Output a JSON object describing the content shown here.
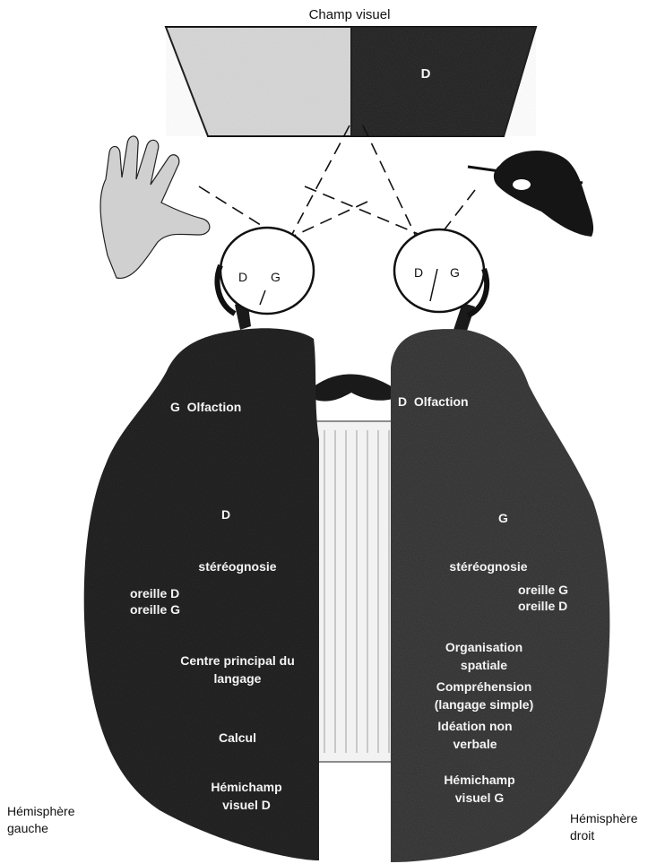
{
  "title": "Champ visuel",
  "visual_field": {
    "left_half_label": "",
    "right_half_label": "D"
  },
  "eyes": {
    "left": {
      "d": "D",
      "g": "G"
    },
    "right": {
      "d": "D",
      "g": "G"
    }
  },
  "left_hemisphere": {
    "caption": "Hémisphère gauche",
    "labels": {
      "olfaction": "G  Olfaction",
      "hand": "D",
      "stereognosis": "stéréognosie",
      "ear_right": "oreille D",
      "ear_left": "oreille G",
      "language_center": "Centre principal du langage",
      "calculation": "Calcul",
      "hemifield": "Hémichamp visuel D"
    }
  },
  "right_hemisphere": {
    "caption": "Hémisphère droit",
    "labels": {
      "olfaction": "D  Olfaction",
      "hand": "G",
      "stereognosis": "stéréognosie",
      "ear_left": "oreille G",
      "ear_right": "oreille D",
      "spatial": "Organisation spatiale",
      "comprehension": "Compréhension (langage simple)",
      "ideation": "Idéation non verbale",
      "hemifield": "Hémichamp visuel G"
    }
  },
  "colors": {
    "dark_fill": "#1a1a1a",
    "stipple_fill": "#3a3a3a",
    "light_fill": "#d9d9d9",
    "line": "#111111",
    "text_on_dark": "#f4f4f4",
    "text_on_light": "#111111"
  }
}
